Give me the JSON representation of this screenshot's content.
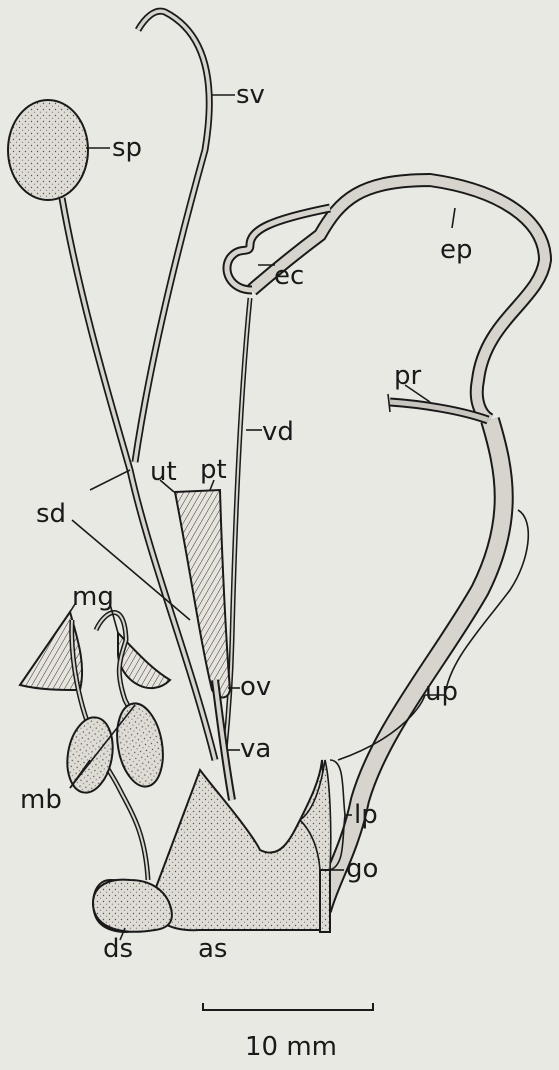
{
  "labels": {
    "sv": "sv",
    "sp": "sp",
    "ec": "ec",
    "ep": "ep",
    "pr": "pr",
    "vd": "vd",
    "ut": "ut",
    "pt": "pt",
    "sd": "sd",
    "mg": "mg",
    "ov": "ov",
    "up": "up",
    "va": "va",
    "mb": "mb",
    "lp": "lp",
    "go": "go",
    "ds": "ds",
    "as": "as"
  },
  "scale_bar": {
    "label": "10 mm"
  },
  "colors": {
    "ink": "#1a1a1a",
    "stipple": "#d6d4cc",
    "background": "#e9e9e4"
  }
}
